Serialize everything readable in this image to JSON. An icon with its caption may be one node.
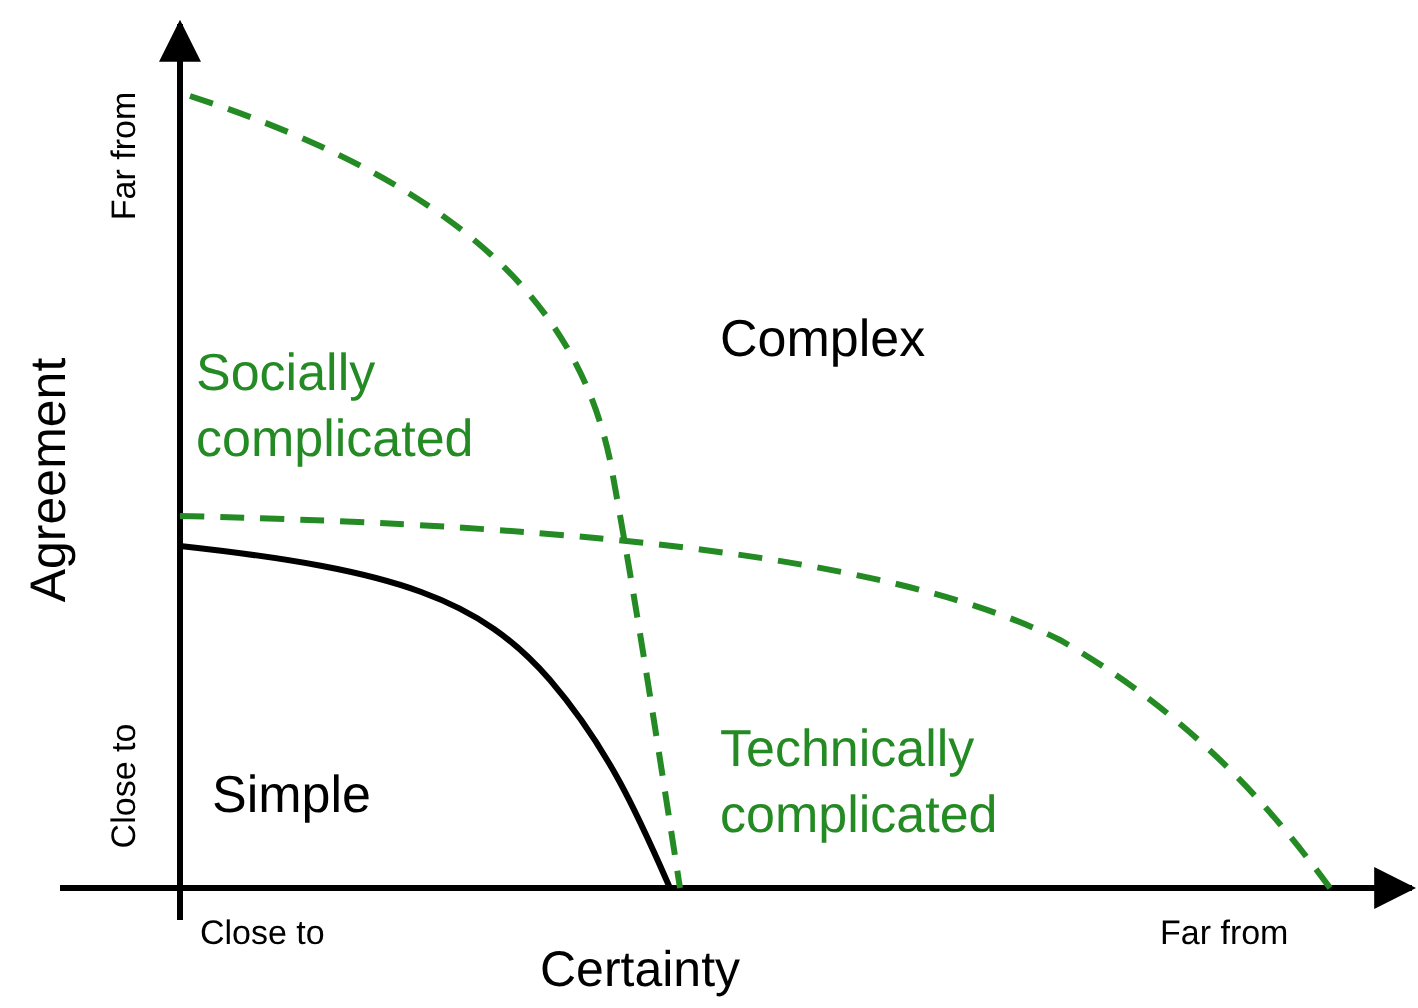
{
  "diagram": {
    "labels": [
      "Far from",
      "Complex",
      "Socially complicated",
      "Agreement",
      "Close to",
      "Simple",
      "Technically complicated",
      "Close to",
      "Far from",
      "Certainty"
    ]
  }
}
